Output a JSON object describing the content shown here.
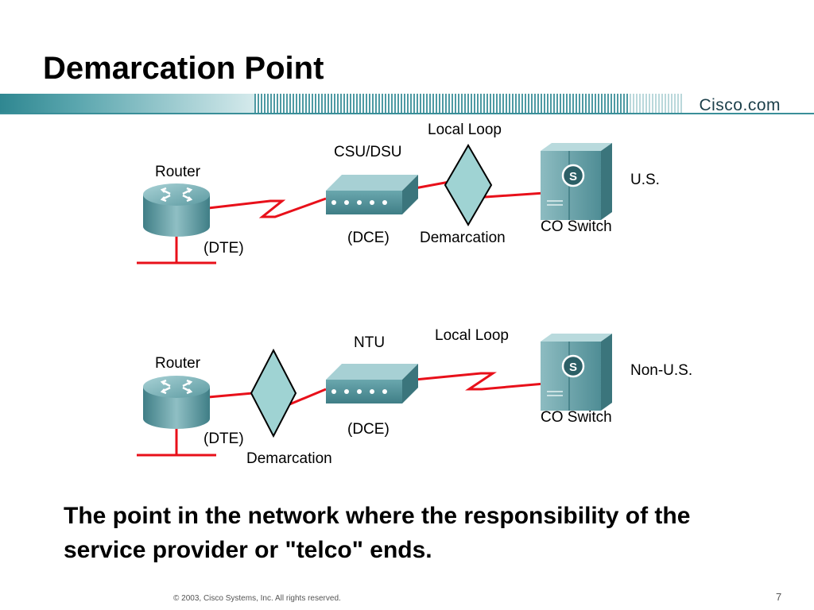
{
  "slide": {
    "title": "Demarcation Point",
    "logo": "Cisco.com",
    "body": "The point in the network where the responsibility of the service provider or \"telco\" ends.",
    "copyright": "© 2003, Cisco Systems, Inc. All rights reserved.",
    "page_number": "7"
  },
  "diagram_top": {
    "router": "Router",
    "router_role": "(DTE)",
    "device": "CSU/DSU",
    "device_role": "(DCE)",
    "local_loop": "Local Loop",
    "demarcation": "Demarcation",
    "co_switch": "CO Switch",
    "region": "U.S."
  },
  "diagram_bottom": {
    "router": "Router",
    "router_role": "(DTE)",
    "device": "NTU",
    "device_role": "(DCE)",
    "local_loop": "Local Loop",
    "demarcation": "Demarcation",
    "co_switch": "CO Switch",
    "region": "Non-U.S."
  },
  "colors": {
    "banner_teal": "#3a8f99",
    "link_red": "#e8101a",
    "device_teal": "#5e9ea6",
    "demarc_fill": "#9fd3d3"
  },
  "icons": {
    "router": "router-icon",
    "csu_dsu": "csu-dsu-icon",
    "ntu": "ntu-icon",
    "demarcation": "demarcation-diamond-icon",
    "co_switch": "co-switch-icon"
  }
}
